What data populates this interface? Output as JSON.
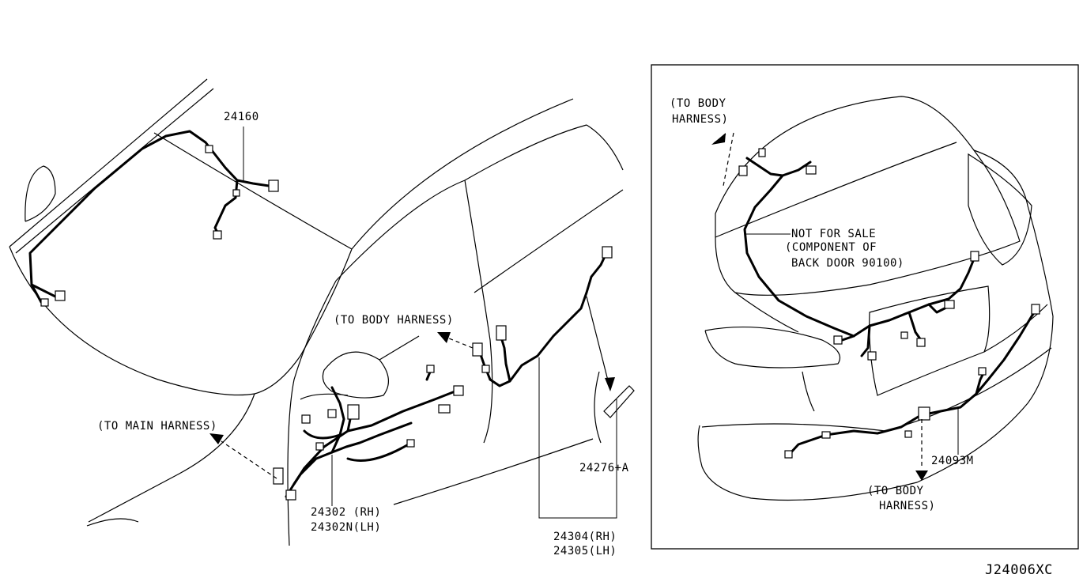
{
  "labels": {
    "part_24160": "24160",
    "to_body_harness_left": "(TO BODY HARNESS)",
    "to_main_harness": "(TO MAIN HARNESS)",
    "part_24302_rh": "24302  (RH)",
    "part_24302n_lh": "24302N(LH)",
    "part_24276a": "24276+A",
    "part_24304_rh": "24304(RH)",
    "part_24305_lh": "24305(LH)",
    "inset_to_body_harness_top_1": "(TO BODY",
    "inset_to_body_harness_top_2": "HARNESS)",
    "not_for_sale_1": "NOT FOR SALE",
    "not_for_sale_2": "(COMPONENT OF",
    "not_for_sale_3": "BACK DOOR 90100)",
    "part_24093m": "24093M",
    "inset_to_body_harness_bottom_1": "(TO BODY",
    "inset_to_body_harness_bottom_2": "HARNESS)",
    "diagram_code": "J24006XC"
  }
}
